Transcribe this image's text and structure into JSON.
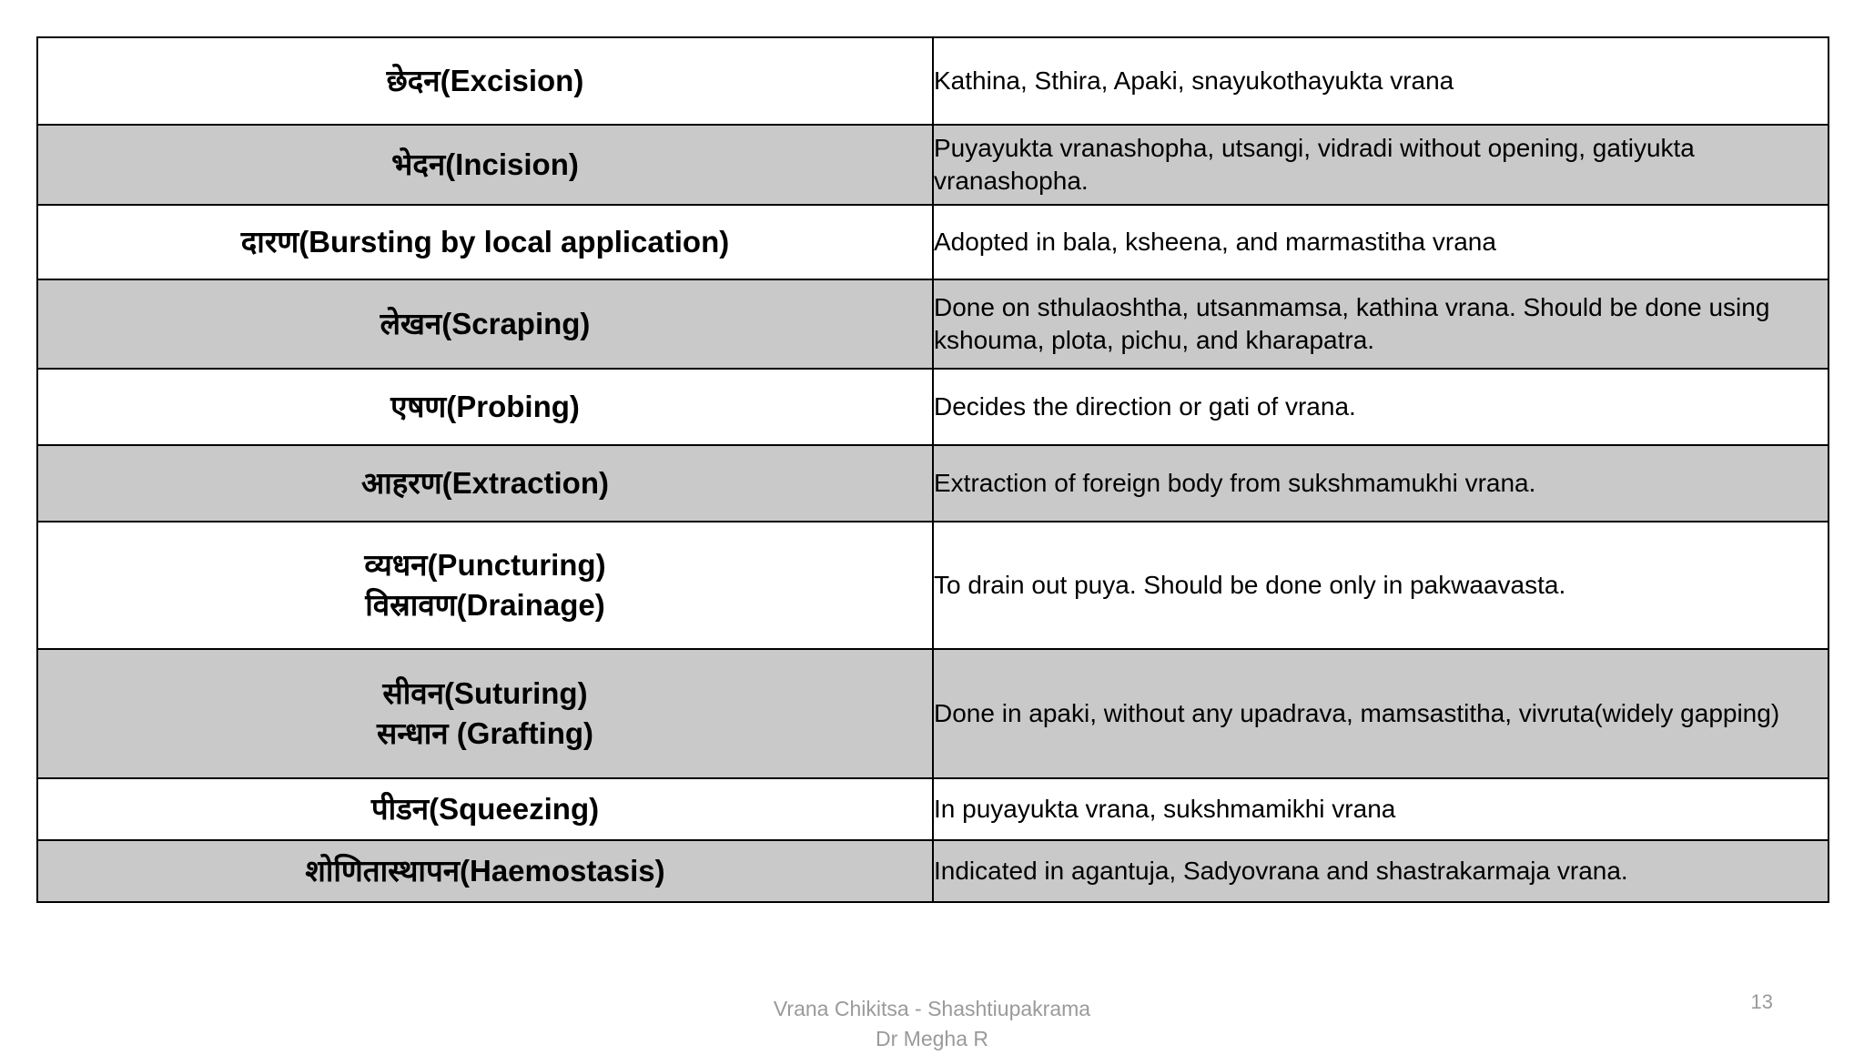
{
  "slide": {
    "page_number": "13",
    "footer": {
      "line1": "Vrana Chikitsa - Shashtiupakrama",
      "line2": "Dr Megha R"
    },
    "colors": {
      "row_shaded": "#c9c9c9",
      "row_plain": "#ffffff",
      "border": "#000000",
      "footer_text": "#9a9a9a"
    }
  },
  "table": {
    "rows": [
      {
        "shaded": false,
        "term_lines": [
          "छेदन(Excision)"
        ],
        "description": "Kathina, Sthira, Apaki, snayukothayukta vrana"
      },
      {
        "shaded": true,
        "term_lines": [
          "भेदन(Incision)"
        ],
        "description": "Puyayukta vranashopha, utsangi, vidradi without opening, gatiyukta vranashopha."
      },
      {
        "shaded": false,
        "term_lines": [
          "दारण(Bursting by local application)"
        ],
        "description": "Adopted in bala, ksheena, and marmastitha vrana"
      },
      {
        "shaded": true,
        "term_lines": [
          "लेखन(Scraping)"
        ],
        "description": "Done on sthulaoshtha, utsanmamsa, kathina vrana. Should be done using kshouma, plota, pichu, and kharapatra."
      },
      {
        "shaded": false,
        "term_lines": [
          "एषण(Probing)"
        ],
        "description": "Decides the direction or gati of vrana."
      },
      {
        "shaded": true,
        "term_lines": [
          "आहरण(Extraction)"
        ],
        "description": "Extraction of foreign body from sukshmamukhi vrana."
      },
      {
        "shaded": false,
        "term_lines": [
          "व्यधन(Puncturing)",
          "विस्रावण(Drainage)"
        ],
        "description": "To drain out puya. Should be done only in pakwaavasta."
      },
      {
        "shaded": true,
        "term_lines": [
          "सीवन(Suturing)",
          "सन्धान (Grafting)"
        ],
        "description": "Done in apaki, without any upadrava, mamsastitha, vivruta(widely gapping)"
      },
      {
        "shaded": false,
        "term_lines": [
          "पीडन(Squeezing)"
        ],
        "description": "In puyayukta vrana, sukshmamikhi vrana"
      },
      {
        "shaded": true,
        "term_lines": [
          "शोणितास्थापन(Haemostasis)"
        ],
        "description": "Indicated in agantuja, Sadyovrana and shastrakarmaja vrana."
      }
    ]
  }
}
